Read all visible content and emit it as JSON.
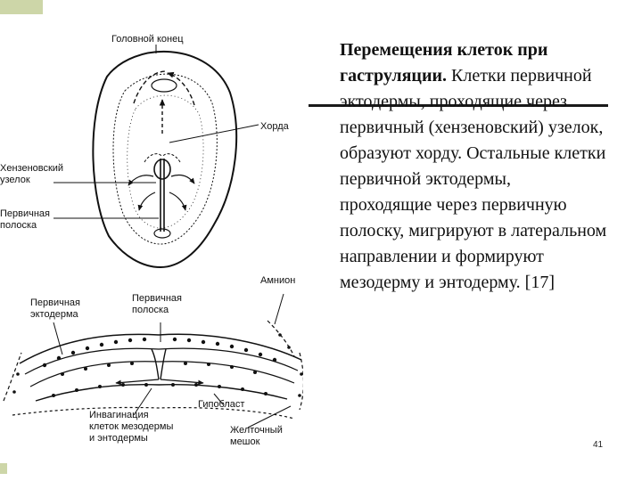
{
  "figure": {
    "labels": {
      "head_end": "Головной конец",
      "notochord": "Хорда",
      "hensen_node_line1": "Хензеновский",
      "hensen_node_line2": "узелок",
      "primitive_streak_line1": "Первичная",
      "primitive_streak_line2": "полоска",
      "amnion": "Амнион",
      "primary_ectoderm_line1": "Первичная",
      "primary_ectoderm_line2": "эктодерма",
      "primitive_streak2_line1": "Первичная",
      "primitive_streak2_line2": "полоска",
      "invagination_line1": "Инвагинация",
      "invagination_line2": "клеток мезодермы",
      "invagination_line3": "и энтодермы",
      "hypoblast": "Гипобласт",
      "yolk_sac_line1": "Желточный",
      "yolk_sac_line2": "мешок"
    }
  },
  "caption": {
    "title": "Перемещения клеток при гаструляции.",
    "body": " Клетки первичной эктодермы, проходящие через первичный (хензеновский) узелок, образуют хорду. Остальные клетки первичной эктодермы, проходящие через первичную полоску, мигрируют в латеральном направлении и формируют мезодерму и энтодерму. [17]"
  },
  "page_number": "41",
  "colors": {
    "accent": "#cdd6a8",
    "ink": "#111111"
  }
}
